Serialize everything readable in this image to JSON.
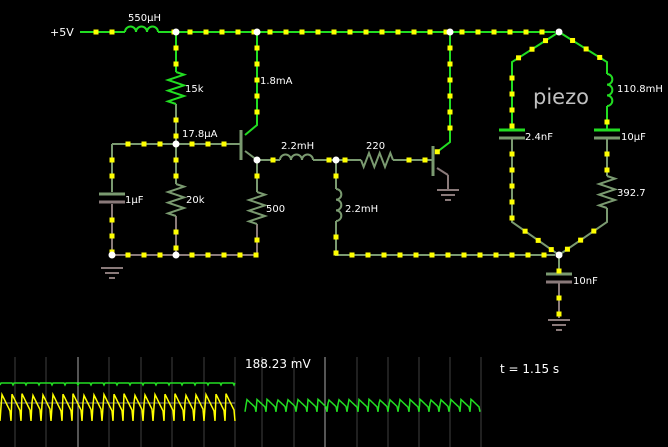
{
  "app": "circuit-simulator",
  "colors": {
    "background": "#000000",
    "wire_high": "#22dd22",
    "wire_mid": "#7a9a70",
    "wire_low": "#8a7a7a",
    "current_dot": "#ffff00",
    "node": "#ffffff",
    "label": "#ffffff",
    "scope_trace_1": "#ffff00",
    "scope_trace_2": "#22dd22",
    "scope_grid": "#404040"
  },
  "circuit": {
    "supply_label": "+5V",
    "components": [
      {
        "id": "L1",
        "type": "inductor",
        "label": "550μH"
      },
      {
        "id": "R1",
        "type": "resistor",
        "label": "15k"
      },
      {
        "id": "I_base",
        "type": "current-readout",
        "label": "17.8μA"
      },
      {
        "id": "I_coll",
        "type": "current-readout",
        "label": "1.8mA"
      },
      {
        "id": "C1",
        "type": "capacitor",
        "label": "1μF"
      },
      {
        "id": "R2",
        "type": "resistor",
        "label": "20k"
      },
      {
        "id": "R3",
        "type": "resistor",
        "label": "500"
      },
      {
        "id": "L2",
        "type": "inductor",
        "label": "2.2mH"
      },
      {
        "id": "R4",
        "type": "resistor",
        "label": "220"
      },
      {
        "id": "L3",
        "type": "inductor",
        "label": "2.2mH"
      },
      {
        "id": "Q1",
        "type": "npn-transistor",
        "label": ""
      },
      {
        "id": "Q2",
        "type": "npn-transistor",
        "label": ""
      },
      {
        "id": "C2",
        "type": "capacitor",
        "label": "2.4nF"
      },
      {
        "id": "L4",
        "type": "inductor",
        "label": "110.8mH"
      },
      {
        "id": "C3",
        "type": "capacitor",
        "label": "10μF"
      },
      {
        "id": "R5",
        "type": "resistor",
        "label": "392.7"
      },
      {
        "id": "C4",
        "type": "capacitor",
        "label": "10nF"
      }
    ],
    "piezo_label": "piezo"
  },
  "scopes": [
    {
      "id": "scope-1",
      "readout": "",
      "traces": [
        "green-flat",
        "yellow-sawtooth"
      ]
    },
    {
      "id": "scope-2",
      "readout": "188.23 mV",
      "traces": [
        "green-sawtooth"
      ]
    }
  ],
  "status": {
    "time": "t = 1.15 s"
  }
}
